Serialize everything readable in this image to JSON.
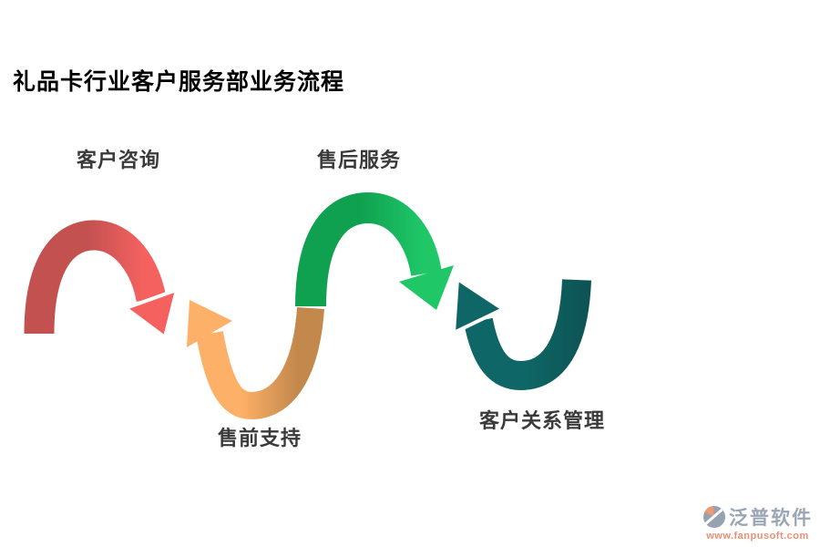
{
  "title": "礼品卡行业客户服务部业务流程",
  "arcs": [
    {
      "label": "客户咨询",
      "dark": "#c25150",
      "light": "#f4615f"
    },
    {
      "label": "售前支持",
      "dark": "#c2884c",
      "light": "#fdb067"
    },
    {
      "label": "售后服务",
      "dark": "#0fa050",
      "light": "#1fc767"
    },
    {
      "label": "客户关系管理",
      "dark": "#0d5253",
      "light": "#0f6666"
    }
  ],
  "watermark": {
    "brand": "泛普软件",
    "url": "www.fanpusoft.com",
    "brand_color": "#9aa6b6",
    "url_color": "#ef8e72",
    "icon_grey": "#96a2b2",
    "icon_orange": "#ee9a74"
  }
}
